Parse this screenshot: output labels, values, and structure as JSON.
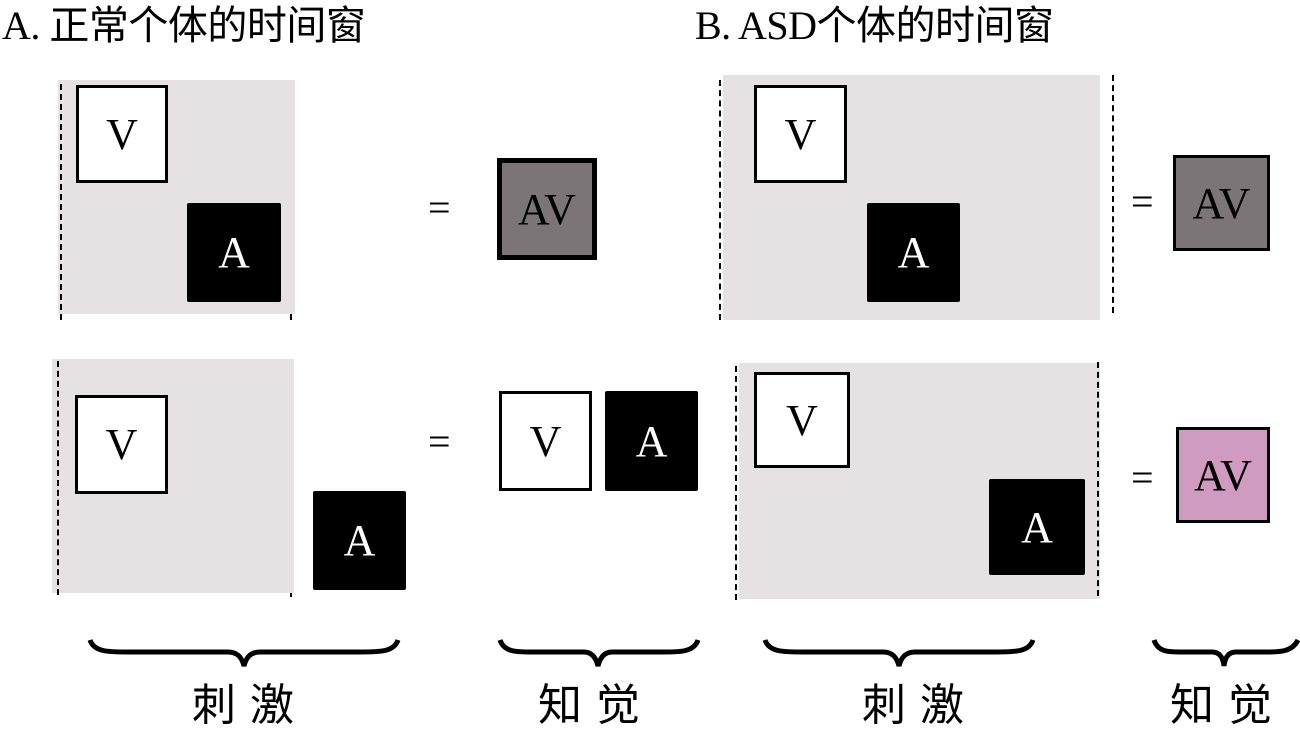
{
  "panels": [
    {
      "title": "A. 正常个体的时间窗",
      "rows": [
        {
          "stimulus": {
            "v_label": "V",
            "a_label": "A"
          },
          "equals": "=",
          "percept": {
            "labels": [
              "AV"
            ],
            "fused": true,
            "color": "#7b7577"
          }
        },
        {
          "stimulus": {
            "v_label": "V",
            "a_label": "A"
          },
          "equals": "=",
          "percept": {
            "labels": [
              "V",
              "A"
            ],
            "fused": false
          }
        }
      ],
      "stimulus_label": "刺激",
      "percept_label": "知觉"
    },
    {
      "title": "B. ASD个体的时间窗",
      "rows": [
        {
          "stimulus": {
            "v_label": "V",
            "a_label": "A"
          },
          "equals": "=",
          "percept": {
            "labels": [
              "AV"
            ],
            "fused": true,
            "color": "#7b7577"
          }
        },
        {
          "stimulus": {
            "v_label": "V",
            "a_label": "A"
          },
          "equals": "=",
          "percept": {
            "labels": [
              "AV"
            ],
            "fused": true,
            "color": "#d09bc1"
          }
        }
      ],
      "stimulus_label": "刺激",
      "percept_label": "知觉"
    }
  ],
  "colors": {
    "window": "#e6e2e3",
    "visual": "#ffffff",
    "auditory": "#000000",
    "fused_gray": "#7b7577",
    "fused_pink": "#d09bc1"
  }
}
